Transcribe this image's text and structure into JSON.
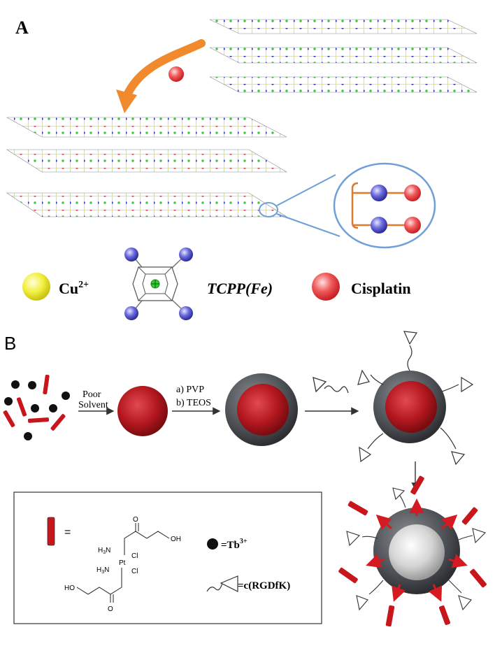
{
  "panel_a": {
    "label": "A",
    "legend": {
      "cu_label": "Cu",
      "cu_sup": "2+",
      "tcpp_label": "TCPP(Fe)",
      "cisplatin_label": "Cisplatin"
    }
  },
  "panel_b": {
    "label": "B",
    "step1": {
      "line1": "Poor",
      "line2": "Solvent"
    },
    "step2": {
      "line1": "a) PVP",
      "line2": "b) TEOS"
    },
    "key": {
      "rod_eq": "=",
      "h3n_1": "H",
      "h3n_1_sub": "3",
      "h3n_1_n": "N",
      "pt": "Pt",
      "cl1": "Cl",
      "h3n_2": "H",
      "h3n_2_sub": "3",
      "h3n_2_n": "N",
      "cl2": "Cl",
      "oh_right": "OH",
      "ho_left": "HO",
      "o_top": "O",
      "o_bottom": "O",
      "tb_label": "=Tb",
      "tb_sup": "3+",
      "rgd_label": "=c(RGDfK)"
    }
  },
  "colors": {
    "cu": "#f2ee3a",
    "cisplatin": "#e8333a",
    "tcpp_ball": "#3d3dc8",
    "tcpp_center": "#33cc33",
    "arrow_orange": "#f08a2c",
    "zoom_blue": "#6f9fd8",
    "drug_red": "#c8161d",
    "shell_gray": "#4a4d52"
  }
}
